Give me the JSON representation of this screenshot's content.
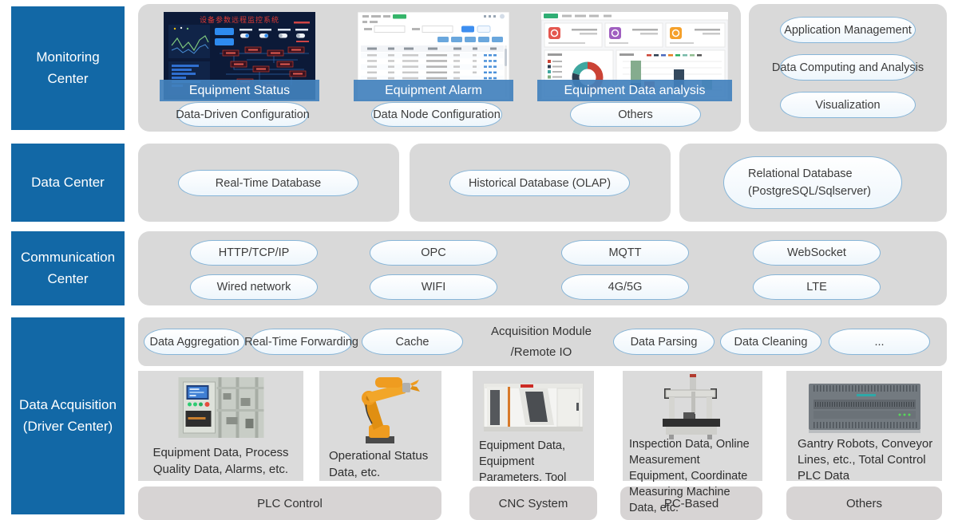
{
  "diagram": {
    "layers": [
      {
        "label": "Monitoring Center"
      },
      {
        "label": "Data Center"
      },
      {
        "label": "Communication Center"
      },
      {
        "label": "Data Acquisition (Driver Center)"
      }
    ]
  },
  "monitoring": {
    "screens": [
      {
        "title_cn": "设备参数远程监控系统",
        "caption": "Equipment Status",
        "tag": "Data-Driven Configuration"
      },
      {
        "caption": "Equipment Alarm",
        "tag": "Data Node Configuration"
      },
      {
        "caption": "Equipment Data analysis",
        "tag": "Others"
      }
    ],
    "capabilities": [
      "Application Management",
      "Data Computing and Analysis",
      "Visualization"
    ]
  },
  "data_center": {
    "databases": [
      "Real-Time Database",
      "Historical Database (OLAP)"
    ],
    "relational": {
      "line1": "Relational Database",
      "line2": "(PostgreSQL/Sqlserver)"
    }
  },
  "communication": {
    "row1": [
      "HTTP/TCP/IP",
      "OPC",
      "MQTT",
      "WebSocket"
    ],
    "row2": [
      "Wired network",
      "WIFI",
      "4G/5G",
      "LTE"
    ]
  },
  "acquisition": {
    "pipeline": [
      "Data Aggregation",
      "Real-Time Forwarding",
      "Cache"
    ],
    "module": {
      "line1": "Acquisition Module",
      "line2": "/Remote IO"
    },
    "processing": [
      "Data Parsing",
      "Data Cleaning",
      "..."
    ],
    "devices": [
      {
        "icon": "plc-station-photo",
        "desc": "Equipment Data, Process Quality Data, Alarms, etc."
      },
      {
        "icon": "robot-arm-photo",
        "desc": "Operational Status Data, etc."
      },
      {
        "icon": "cnc-machine-photo",
        "desc": "Equipment Data, Equipment Parameters, Tool Parameters, etc."
      },
      {
        "icon": "cmm-photo",
        "desc": "Inspection Data, Online Measurement Equipment, Coordinate Measuring Machine Data, etc."
      },
      {
        "icon": "siemens-plc-photo",
        "desc": "Gantry Robots, Conveyor Lines, etc., Total Control PLC Data"
      }
    ],
    "categories": [
      "PLC Control",
      "CNC System",
      "PC-Based",
      "Others"
    ]
  },
  "colors": {
    "layer_blue": "#1268a6",
    "panel_gray": "#d9d9d9",
    "card_gray": "#dbdbdb",
    "pill_border": "#86b5d8",
    "caption_blue": "#4281bd",
    "robot_orange": "#ef9c20",
    "dashboard_navy": "#0c1a38"
  }
}
